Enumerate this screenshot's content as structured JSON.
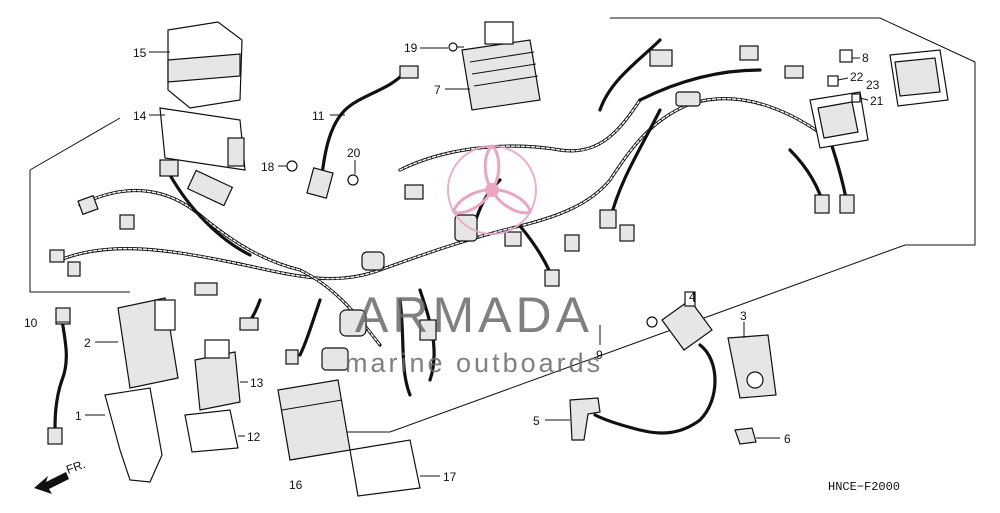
{
  "diagram": {
    "part_numbers": [
      "1",
      "2",
      "3",
      "4",
      "5",
      "6",
      "7",
      "8",
      "9",
      "10",
      "11",
      "12",
      "13",
      "14",
      "15",
      "16",
      "17",
      "18",
      "19",
      "20",
      "21",
      "22",
      "23"
    ],
    "diagram_code": "HNCE−F2000",
    "direction_label": "FR."
  },
  "watermark": {
    "title": "ARMADA",
    "subtitle": "marine outboards",
    "accent_color": "#e8a6c4"
  }
}
